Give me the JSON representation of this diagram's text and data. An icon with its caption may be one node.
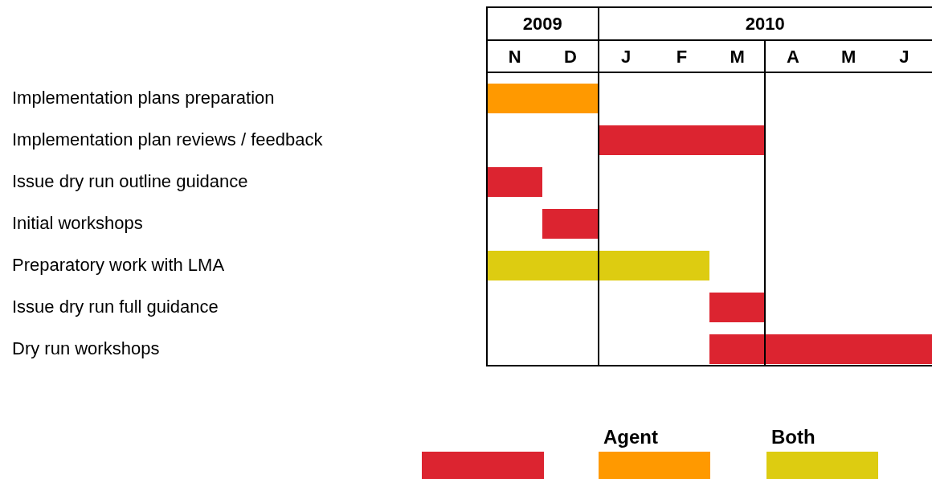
{
  "diagram": {
    "nodes": [
      {
        "text": [],
        "shape": "bar"
      },
      {
        "text": [],
        "shape": "bar"
      },
      {
        "text": [],
        "shape": "bar"
      },
      {
        "text": [],
        "shape": "bar"
      },
      {
        "text": [],
        "shape": "bar"
      },
      {
        "text": [],
        "shape": "bar"
      },
      {
        "text": [],
        "shape": "bar"
      },
      {
        "text": [],
        "shape": "bar"
      }
    ],
    "labels": [
      "2009",
      "2010",
      "N",
      "D",
      "J",
      "F",
      "M",
      "A",
      "M",
      "J",
      "Implementation plans preparation",
      "Implementation plan reviews / feedback",
      "Issue dry run outline guidance",
      "Initial workshops",
      "Preparatory work with LMA",
      "Issue dry run full guidance",
      "Dry run workshops"
    ],
    "legend": [
      {
        "text": "Agent",
        "color": "#ff9900"
      },
      {
        "text": "Both",
        "color": "#ddcc11"
      }
    ]
  }
}
